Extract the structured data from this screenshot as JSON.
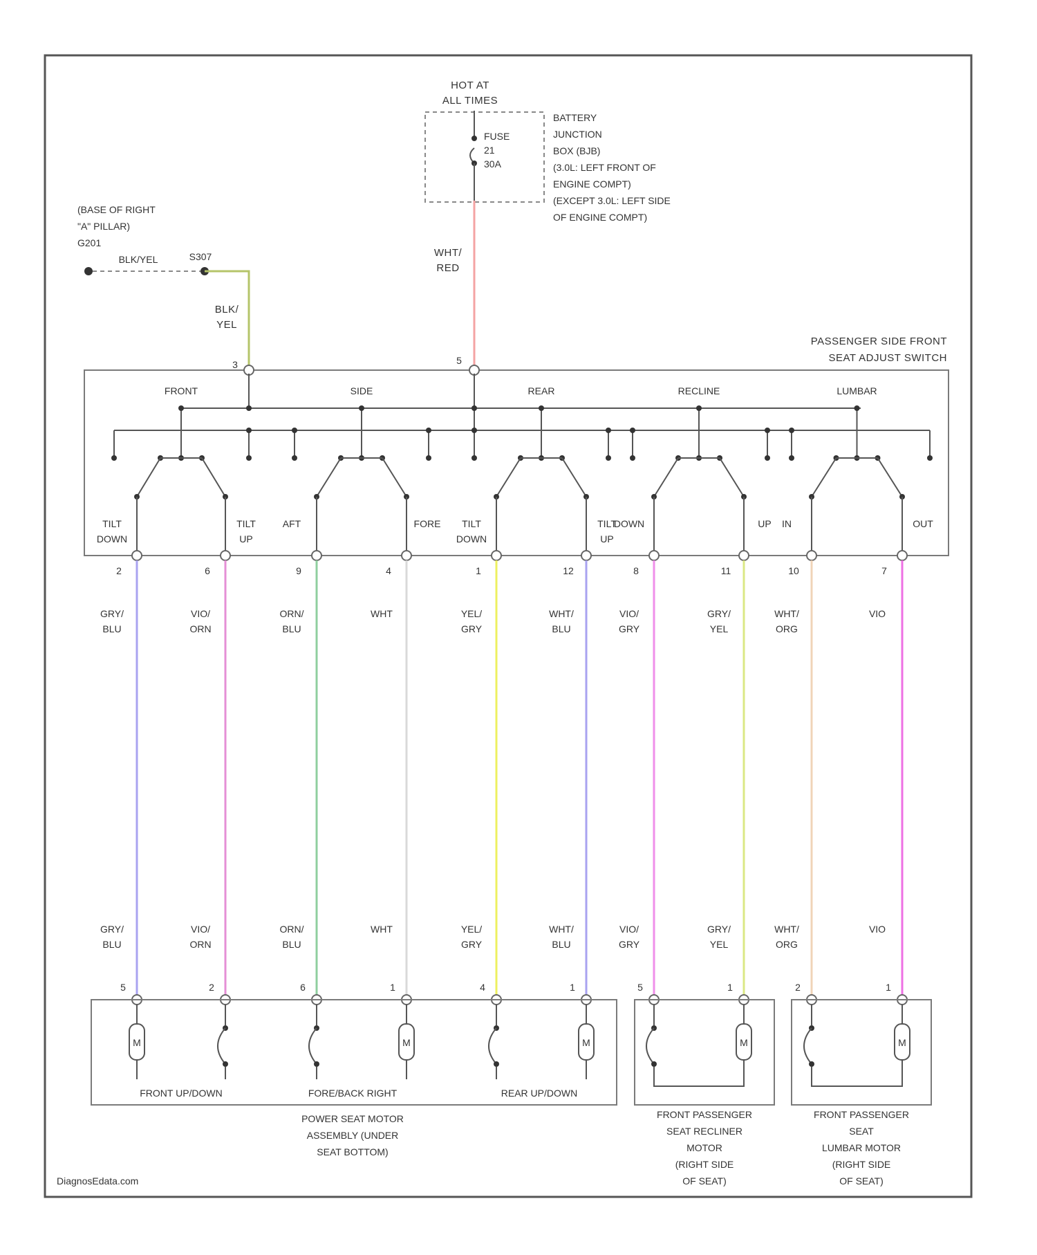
{
  "power": {
    "hot_line1": "HOT AT",
    "hot_line2": "ALL TIMES",
    "fuse_line1": "FUSE",
    "fuse_line2": "21",
    "fuse_line3": "30A",
    "bjb_lines": [
      "BATTERY",
      "JUNCTION",
      "BOX (BJB)",
      "(3.0L: LEFT FRONT OF",
      "ENGINE COMPT)",
      "(EXCEPT 3.0L: LEFT SIDE",
      "OF ENGINE COMPT)"
    ],
    "feed_wire": [
      "WHT/",
      "RED"
    ],
    "feed_color": "#f4a3a3"
  },
  "ground": {
    "location_lines": [
      "(BASE OF RIGHT",
      "\"A\" PILLAR)",
      "G201"
    ],
    "wire_label": "BLK/YEL",
    "splice": "S307",
    "wire": [
      "BLK/",
      "YEL"
    ],
    "wire_color": "#b5c46a"
  },
  "switch": {
    "title_lines": [
      "PASSENGER SIDE FRONT",
      "SEAT ADJUST SWITCH"
    ],
    "input_pins": [
      "3",
      "5"
    ],
    "groups": [
      "FRONT",
      "SIDE",
      "REAR",
      "RECLINE",
      "LUMBAR"
    ],
    "outputs": [
      {
        "label": [
          "TILT",
          "DOWN"
        ],
        "pin": "2",
        "wire_top": [
          "GRY/",
          "BLU"
        ],
        "wire_bottom": [
          "GRY/",
          "BLU"
        ],
        "color": "#a9a3f0",
        "motor_pin": "5"
      },
      {
        "label": [
          "TILT",
          "UP"
        ],
        "pin": "6",
        "wire_top": [
          "VIO/",
          "ORN"
        ],
        "wire_bottom": [
          "VIO/",
          "ORN"
        ],
        "color": "#e58fd6",
        "motor_pin": "2"
      },
      {
        "label": [
          "AFT"
        ],
        "pin": "9",
        "wire_top": [
          "ORN/",
          "BLU"
        ],
        "wire_bottom": [
          "ORN/",
          "BLU"
        ],
        "color": "#8fcf9f",
        "motor_pin": "6"
      },
      {
        "label": [
          "FORE"
        ],
        "pin": "4",
        "wire_top": [
          "WHT"
        ],
        "wire_bottom": [
          "WHT"
        ],
        "color": "#d9d9d9",
        "motor_pin": "1"
      },
      {
        "label": [
          "TILT",
          "DOWN"
        ],
        "pin": "1",
        "wire_top": [
          "YEL/",
          "GRY"
        ],
        "wire_bottom": [
          "YEL/",
          "GRY"
        ],
        "color": "#eef060",
        "motor_pin": "4"
      },
      {
        "label": [
          "TILT",
          "UP"
        ],
        "pin": "12",
        "wire_top": [
          "WHT/",
          "BLU"
        ],
        "wire_bottom": [
          "WHT/",
          "BLU"
        ],
        "color": "#a9a3f0",
        "motor_pin": "1"
      },
      {
        "label": [
          "DOWN"
        ],
        "pin": "8",
        "wire_top": [
          "VIO/",
          "GRY"
        ],
        "wire_bottom": [
          "VIO/",
          "GRY"
        ],
        "color": "#ef8fea",
        "motor_pin": "5"
      },
      {
        "label": [
          "UP"
        ],
        "pin": "11",
        "wire_top": [
          "GRY/",
          "YEL"
        ],
        "wire_bottom": [
          "GRY/",
          "YEL"
        ],
        "color": "#dbe884",
        "motor_pin": "1"
      },
      {
        "label": [
          "IN"
        ],
        "pin": "10",
        "wire_top": [
          "WHT/",
          "ORG"
        ],
        "wire_bottom": [
          "WHT/",
          "ORG"
        ],
        "color": "#f0d4b8",
        "motor_pin": "2"
      },
      {
        "label": [
          "OUT"
        ],
        "pin": "7",
        "wire_top": [
          "VIO"
        ],
        "wire_bottom": [
          "VIO"
        ],
        "color": "#ee70e4",
        "motor_pin": "1"
      }
    ]
  },
  "motors": {
    "main_sublabels": [
      "FRONT UP/DOWN",
      "FORE/BACK RIGHT",
      "REAR UP/DOWN"
    ],
    "main_title": [
      "POWER SEAT MOTOR",
      "ASSEMBLY (UNDER",
      "SEAT BOTTOM)"
    ],
    "recliner_title": [
      "FRONT PASSENGER",
      "SEAT RECLINER",
      "MOTOR",
      "(RIGHT SIDE",
      "OF SEAT)"
    ],
    "lumbar_title": [
      "FRONT PASSENGER",
      "SEAT",
      "LUMBAR MOTOR",
      "(RIGHT SIDE",
      "OF SEAT)"
    ],
    "motor_symbol": "M"
  },
  "footer": {
    "watermark": "DiagnosEdata.com"
  }
}
